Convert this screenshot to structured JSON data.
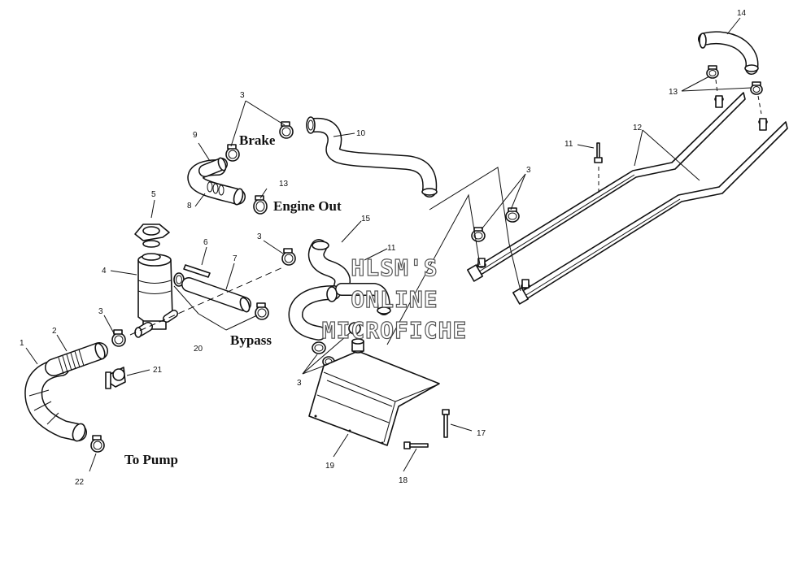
{
  "callouts": {
    "brake": "Brake",
    "engine_out": "Engine Out",
    "bypass": "Bypass",
    "to_pump": "To Pump"
  },
  "watermark": {
    "line1": "HLSM'S",
    "line2": "ONLINE",
    "line3": "MICROFICHE"
  },
  "part_numbers": {
    "p1": "1",
    "p2": "2",
    "p3a": "3",
    "p3b": "3",
    "p3c": "3",
    "p3d": "3",
    "p3e": "3",
    "p4": "4",
    "p5": "5",
    "p6": "6",
    "p7": "7",
    "p8": "8",
    "p9": "9",
    "p10": "10",
    "p11a": "11",
    "p11b": "11",
    "p12": "12",
    "p13a": "13",
    "p13b": "13",
    "p14": "14",
    "p15": "15",
    "p17": "17",
    "p18": "18",
    "p19": "19",
    "p20": "20",
    "p21": "21",
    "p22": "22"
  }
}
